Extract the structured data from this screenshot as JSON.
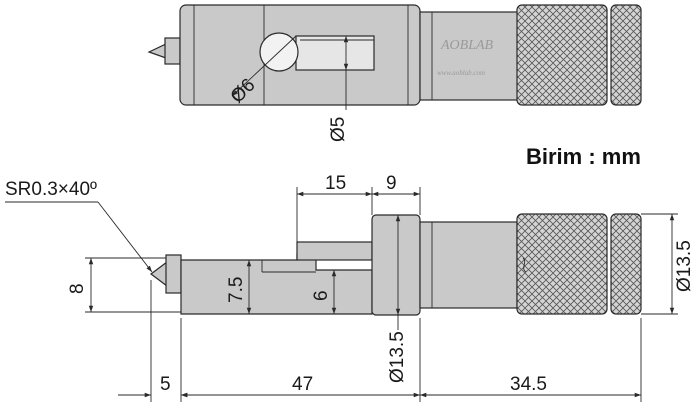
{
  "unit_label": "Birim : mm",
  "watermark": {
    "brand": "AOBLAB",
    "site": "www.aoblab.com"
  },
  "top_view": {
    "hole_diameter": "Ø6",
    "slot_width": "Ø5"
  },
  "side_view": {
    "tip_spec": "SR0.3×40º",
    "height_tip": "8",
    "height_step": "7.5",
    "height_slot": "6",
    "len_tip": "5",
    "len_body": "47",
    "len_thimble": "34.5",
    "len_step15": "15",
    "len_step9": "9",
    "dia_body": "Ø13.5",
    "dia_thimble": "Ø13.5"
  }
}
